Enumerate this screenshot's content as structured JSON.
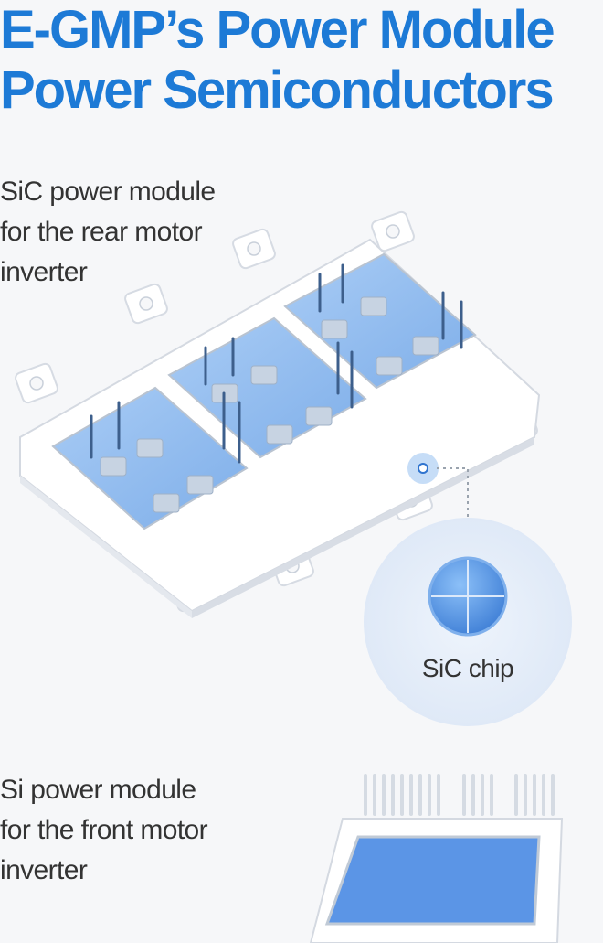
{
  "title": {
    "line1": "E-GMP’s Power Module",
    "line2": "Power Semiconductors"
  },
  "sic_module": {
    "caption_lines": [
      "SiC power module",
      "for the rear motor",
      "inverter"
    ],
    "callout_label": "SiC chip"
  },
  "si_module": {
    "caption_lines": [
      "Si power module",
      "for the front motor",
      "inverter"
    ]
  },
  "colors": {
    "title_blue": "#1d7ad6",
    "module_blue": "#8fbaf0",
    "chip_blue": "#4f8fe0",
    "callout_bg": "#e6eef9"
  }
}
